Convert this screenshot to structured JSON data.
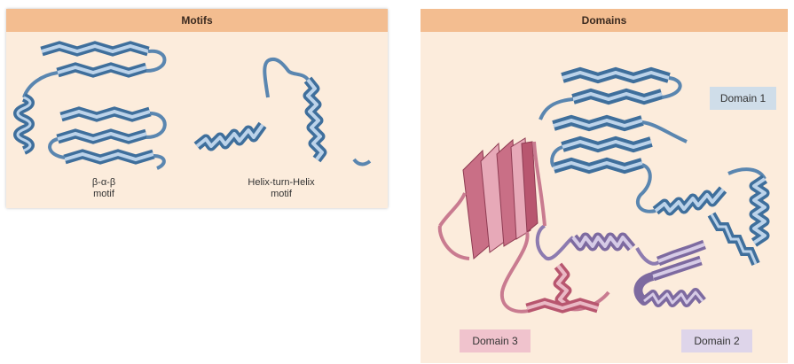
{
  "motifs_panel": {
    "title": "Motifs",
    "motif1_line1": "β-α-β",
    "motif1_line2": "motif",
    "motif2_line1": "Helix-turn-Helix",
    "motif2_line2": "motif"
  },
  "domains_panel": {
    "title": "Domains",
    "domain1_label": "Domain 1",
    "domain2_label": "Domain 2",
    "domain3_label": "Domain 3"
  },
  "colors": {
    "panel_bg": "#fcecdc",
    "header_bg": "#f3bd90",
    "domain1_blue": "#3f6f9c",
    "domain1_light": "#bcd3ea",
    "domain2_purple": "#7d6aa0",
    "domain2_light": "#d6cbe6",
    "domain3_pink": "#b8566f",
    "domain3_light": "#eab9c5"
  }
}
